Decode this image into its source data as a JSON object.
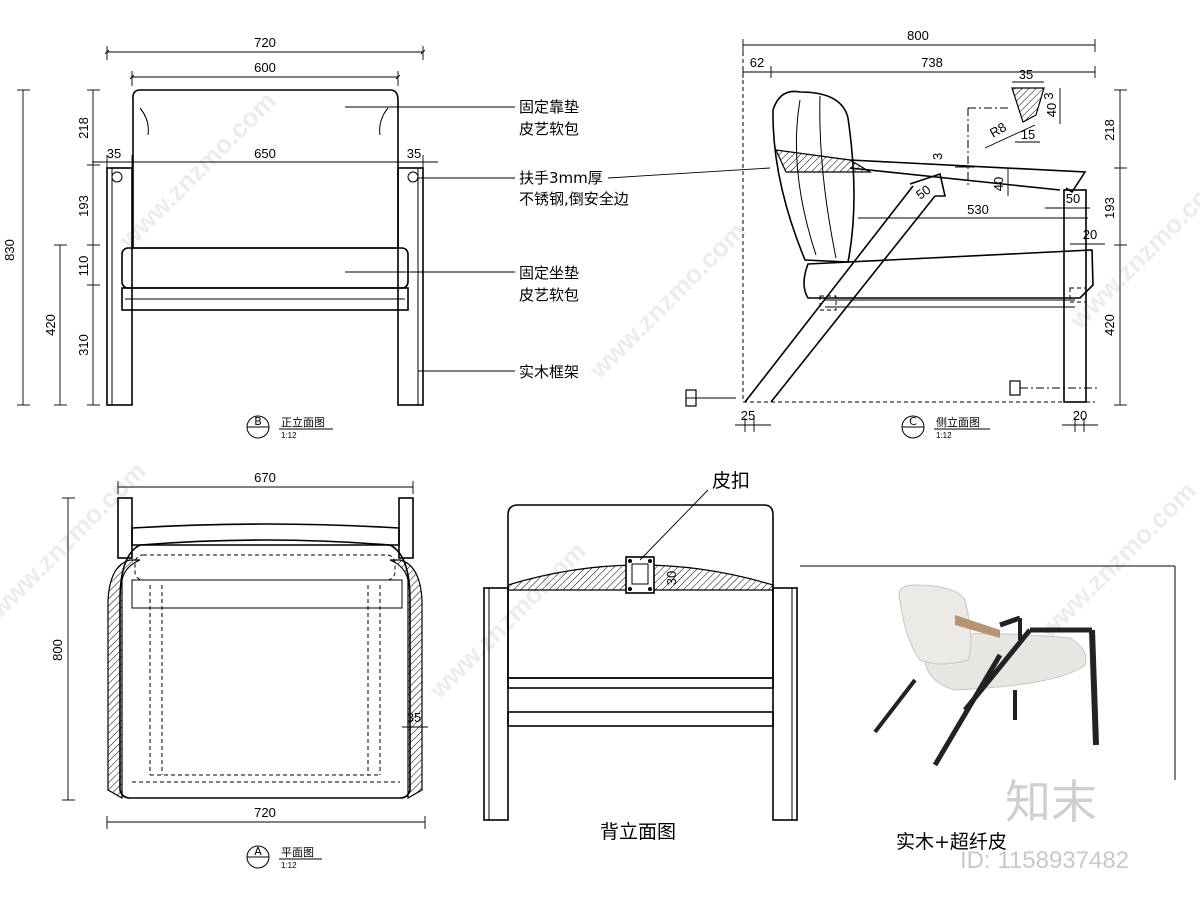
{
  "front_view": {
    "dims": {
      "overall_width": "720",
      "back_width": "600",
      "arm_span": "650",
      "arm_left": "35",
      "arm_right": "35",
      "height_total": "830",
      "h_back": "218",
      "h_arm": "193",
      "h_cushion": "110",
      "h_leg": "310",
      "h_seat": "420"
    },
    "title": "正立面图",
    "label": "B",
    "scale": "1:12"
  },
  "callouts": {
    "back_cushion": [
      "固定靠垫",
      "皮艺软包"
    ],
    "armrest": [
      "扶手3mm厚",
      "不锈钢,倒安全边"
    ],
    "seat_cushion": [
      "固定坐垫",
      "皮艺软包"
    ],
    "frame": "实木框架"
  },
  "side_view": {
    "dims": {
      "depth_total": "800",
      "offset": "62",
      "depth_main": "738",
      "detail_width": "35",
      "detail_h40": "40",
      "detail_h3": "3",
      "detail_r8": "R8",
      "detail_15": "15",
      "arm_3": "3",
      "arm_40": "40",
      "arm_50": "50",
      "arm_50_diag": "50",
      "arm_530": "530",
      "h_218": "218",
      "h_193": "193",
      "h_20": "20",
      "h_420": "420",
      "foot_25": "25",
      "foot_20": "20"
    },
    "title": "侧立面图",
    "label": "C",
    "scale": "1:12"
  },
  "plan_view": {
    "dims": {
      "top_width": "670",
      "depth": "800",
      "bottom_width": "720",
      "edge": "35"
    },
    "title": "平面图",
    "label": "A",
    "scale": "1:12"
  },
  "back_view": {
    "title": "背立面图",
    "buckle_label": "皮扣",
    "buckle_dim": "30"
  },
  "photo_caption": "实木+超纤皮",
  "watermark": {
    "text": "www.znzmo.com",
    "logo": "知末",
    "id": "ID: 1158937482"
  }
}
